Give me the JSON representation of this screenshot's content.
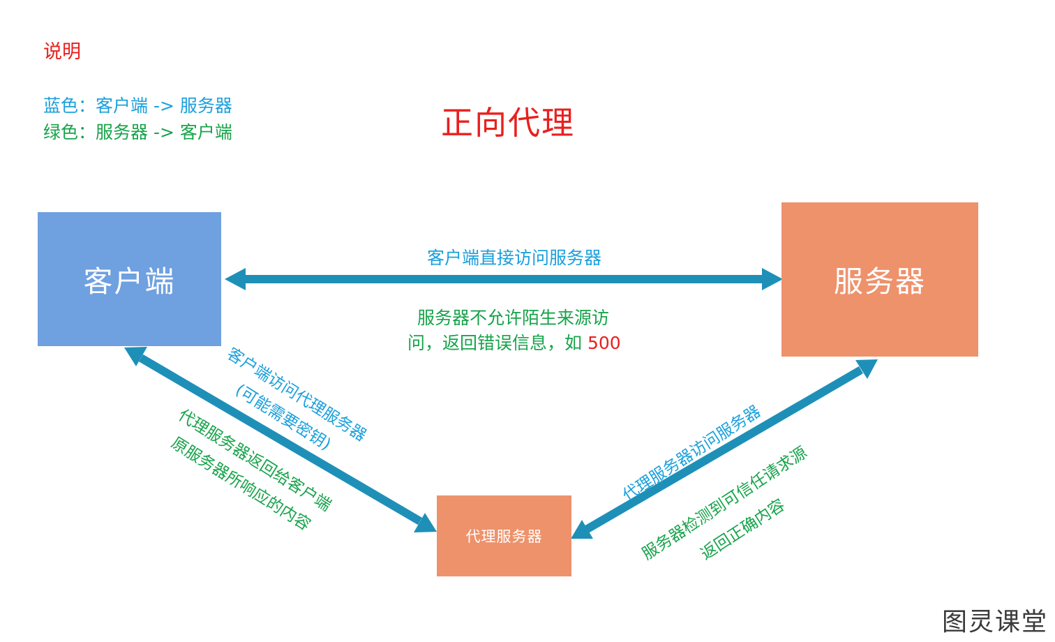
{
  "legend": {
    "title": "说明",
    "blue_line": "蓝色：客户端 -> 服务器",
    "green_line": "绿色：服务器 -> 客户端"
  },
  "title": "正向代理",
  "nodes": {
    "client": "客户端",
    "server": "服务器",
    "proxy": "代理服务器"
  },
  "edges": {
    "direct_label": "客户端直接访问服务器",
    "reject_line1": "服务器不允许陌生来源访",
    "reject_line2_text": "问，返回错误信息，如 ",
    "reject_code": "500",
    "client_to_proxy_line1": "客户端访问代理服务器",
    "client_to_proxy_line2": "(可能需要密钥)",
    "proxy_to_client_line1": "代理服务器返回给客户端",
    "proxy_to_client_line2": "原服务器所响应的内容",
    "proxy_to_server": "代理服务器访问服务器",
    "server_check_line1": "服务器检测到可信任请求源",
    "server_check_line2": "返回正确内容"
  },
  "colors": {
    "blue_text": "#1aa0dc",
    "green_text": "#17a34a",
    "red_text": "#e8201e",
    "client_box": "#6fa0e0",
    "server_box": "#ee926c",
    "arrow": "#1e90b8"
  },
  "watermark": "图灵课堂"
}
